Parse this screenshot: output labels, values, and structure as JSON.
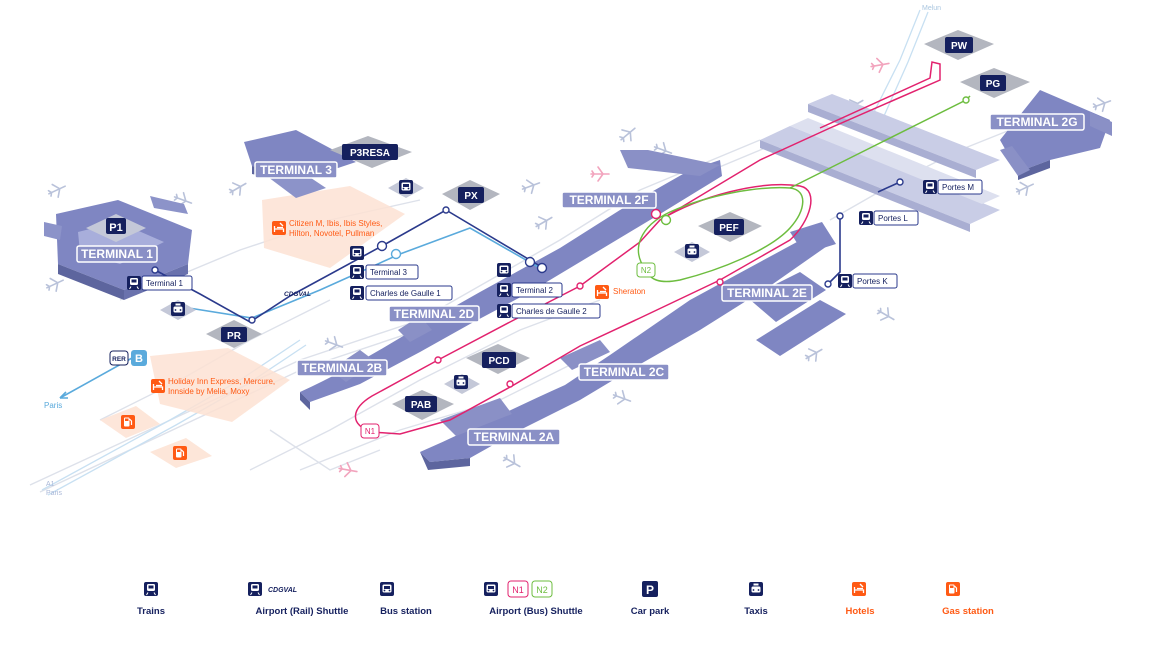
{
  "colors": {
    "navy": "#15205e",
    "terminal_fill": "#7f86c2",
    "terminal_dark": "#5d659e",
    "n1_line": "#e2226e",
    "n2_line": "#6dbd3f",
    "cdgval_line": "#5aaadc",
    "hotel_orange": "#ff5a14",
    "road_gray": "#d9dde6"
  },
  "terminals": {
    "t1": "TERMINAL 1",
    "t3": "TERMINAL 3",
    "t2a": "TERMINAL 2A",
    "t2b": "TERMINAL 2B",
    "t2c": "TERMINAL 2C",
    "t2d": "TERMINAL 2D",
    "t2e": "TERMINAL 2E",
    "t2f": "TERMINAL 2F",
    "t2g": "TERMINAL 2G"
  },
  "car_parks": {
    "p1": "P1",
    "p3resa": "P3RESA",
    "px": "PX",
    "pr": "PR",
    "pef": "PEF",
    "pcd": "PCD",
    "pab": "PAB",
    "pw": "PW",
    "pg": "PG"
  },
  "stations": {
    "terminal1": "Terminal 1",
    "terminal3": "Terminal 3",
    "cdg1": "Charles de Gaulle 1",
    "terminal2": "Terminal 2",
    "cdg2": "Charles de Gaulle 2",
    "portes_m": "Portes M",
    "portes_l": "Portes L",
    "portes_k": "Portes K"
  },
  "hotels": {
    "t3_line1": "Citizen M,  Ibis, Ibis Styles,",
    "t3_line2": "Hilton, Novotel, Pullman",
    "sheraton": "Sheraton",
    "rer_line1": "Holiday Inn Express, Mercure,",
    "rer_line2": "Innside by Melia, Moxy"
  },
  "lines": {
    "rer": "RER",
    "rer_b": "B",
    "cdgval": "CDGVAL",
    "n1": "N1",
    "n2": "N2",
    "taxi": "Taxis"
  },
  "places": {
    "paris": "Paris",
    "melun": "Melun",
    "a1": "A1",
    "a1_paris": "Paris"
  },
  "legend": {
    "trains": "Trains",
    "cdgval": "CDGVAL",
    "airport_rail_shuttle": "Airport (Rail) Shuttle",
    "bus_station": "Bus station",
    "n1": "N1",
    "n2": "N2",
    "airport_bus_shuttle": "Airport (Bus) Shuttle",
    "car_park": "Car park",
    "taxis": "Taxis",
    "hotels": "Hotels",
    "gas_station": "Gas station"
  }
}
